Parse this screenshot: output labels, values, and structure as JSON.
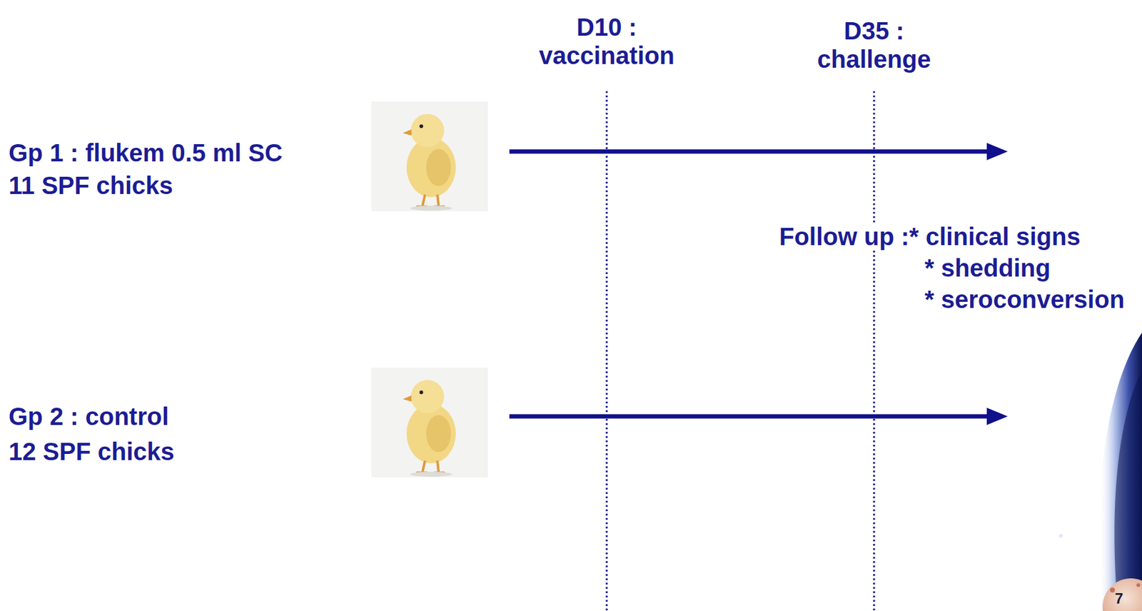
{
  "diagram": {
    "labels": [
      "D10 : vaccination",
      "D35 : challenge",
      "Gp 1 : flukem 0.5 ml SC",
      "11 SPF chicks",
      "Follow up :* clinical signs",
      "* shedding",
      "* seroconversion",
      "Gp 2 : control",
      "12 SPF chicks",
      "7"
    ]
  }
}
